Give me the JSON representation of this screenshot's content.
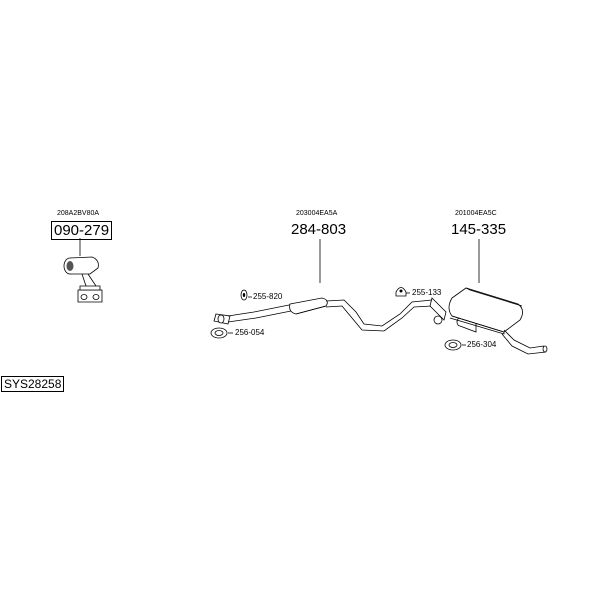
{
  "system": {
    "code": "SYS28258"
  },
  "parts": {
    "front_pipe": {
      "number": "090-279",
      "oe_ref": "208A2BV80A"
    },
    "middle_silencer": {
      "number": "284-803",
      "oe_ref": "203004EA5A"
    },
    "rear_silencer": {
      "number": "145-335",
      "oe_ref": "201004EA5C"
    }
  },
  "accessories": {
    "rubber_mount_middle": "255-820",
    "gasket_front": "256-054",
    "rubber_mount_rear": "255-133",
    "gasket_rear": "256-304"
  }
}
